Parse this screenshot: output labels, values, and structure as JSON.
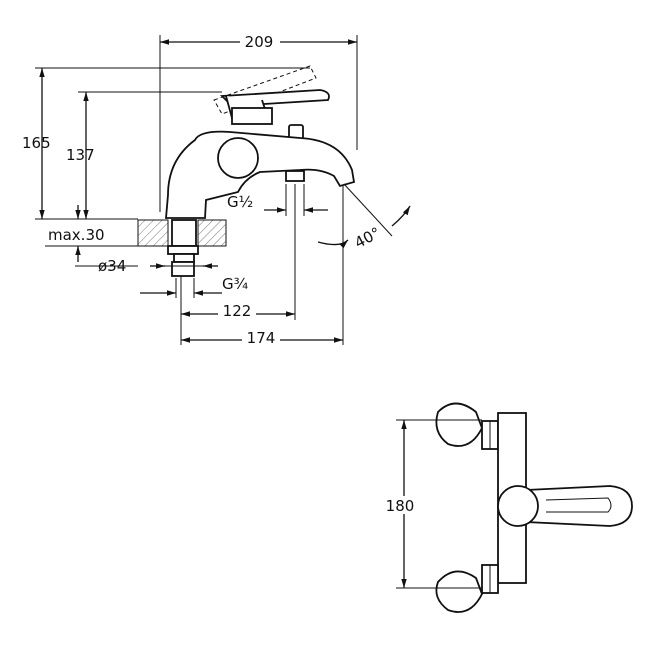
{
  "side_view": {
    "dims": {
      "width_total": "209",
      "height_total": "165",
      "height_spout": "137",
      "deck_thickness": "max.30",
      "hole_diameter": "ø34",
      "outlet_thread_g": "G",
      "outlet_thread_frac": "½",
      "inlet_thread_g": "G",
      "inlet_thread_frac": "¾",
      "reach_122": "122",
      "reach_174": "174",
      "angle": "40°"
    }
  },
  "front_view": {
    "dims": {
      "centres": "180"
    }
  }
}
